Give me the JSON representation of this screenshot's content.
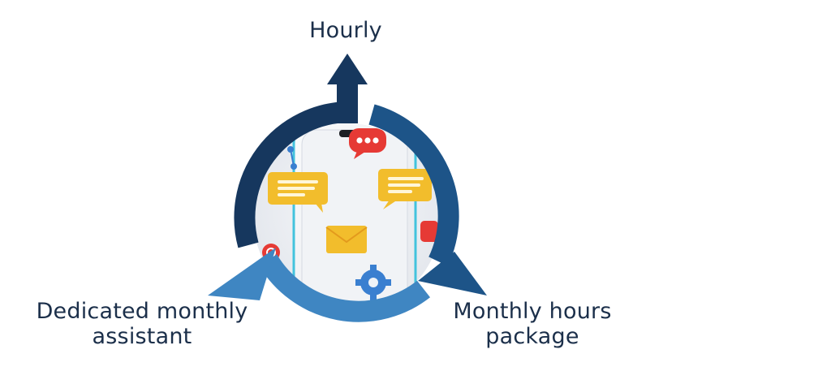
{
  "labels": {
    "hourly": "Hourly",
    "monthly_hours_line1": "Monthly hours",
    "monthly_hours_line2": "package",
    "dedicated_line1": "Dedicated monthly",
    "dedicated_line2": "assistant"
  },
  "colors": {
    "label_text": "#1b2f4a",
    "arrow_dark_navy": "#16375e",
    "arrow_mid_blue": "#1d5488",
    "arrow_light_blue": "#3f86c2",
    "photo_background": "#eceef2",
    "chat_bubble_yellow": "#f2bd2c",
    "chat_bubble_red": "#e63a35",
    "gear_blue": "#3a7fd0",
    "phone_frame_cyan": "#43c3dd"
  },
  "icons": [
    "chat-bubble-red-icon",
    "chat-bubble-yellow-icon",
    "envelope-icon",
    "gear-icon",
    "at-sign-icon",
    "share-node-icon"
  ]
}
